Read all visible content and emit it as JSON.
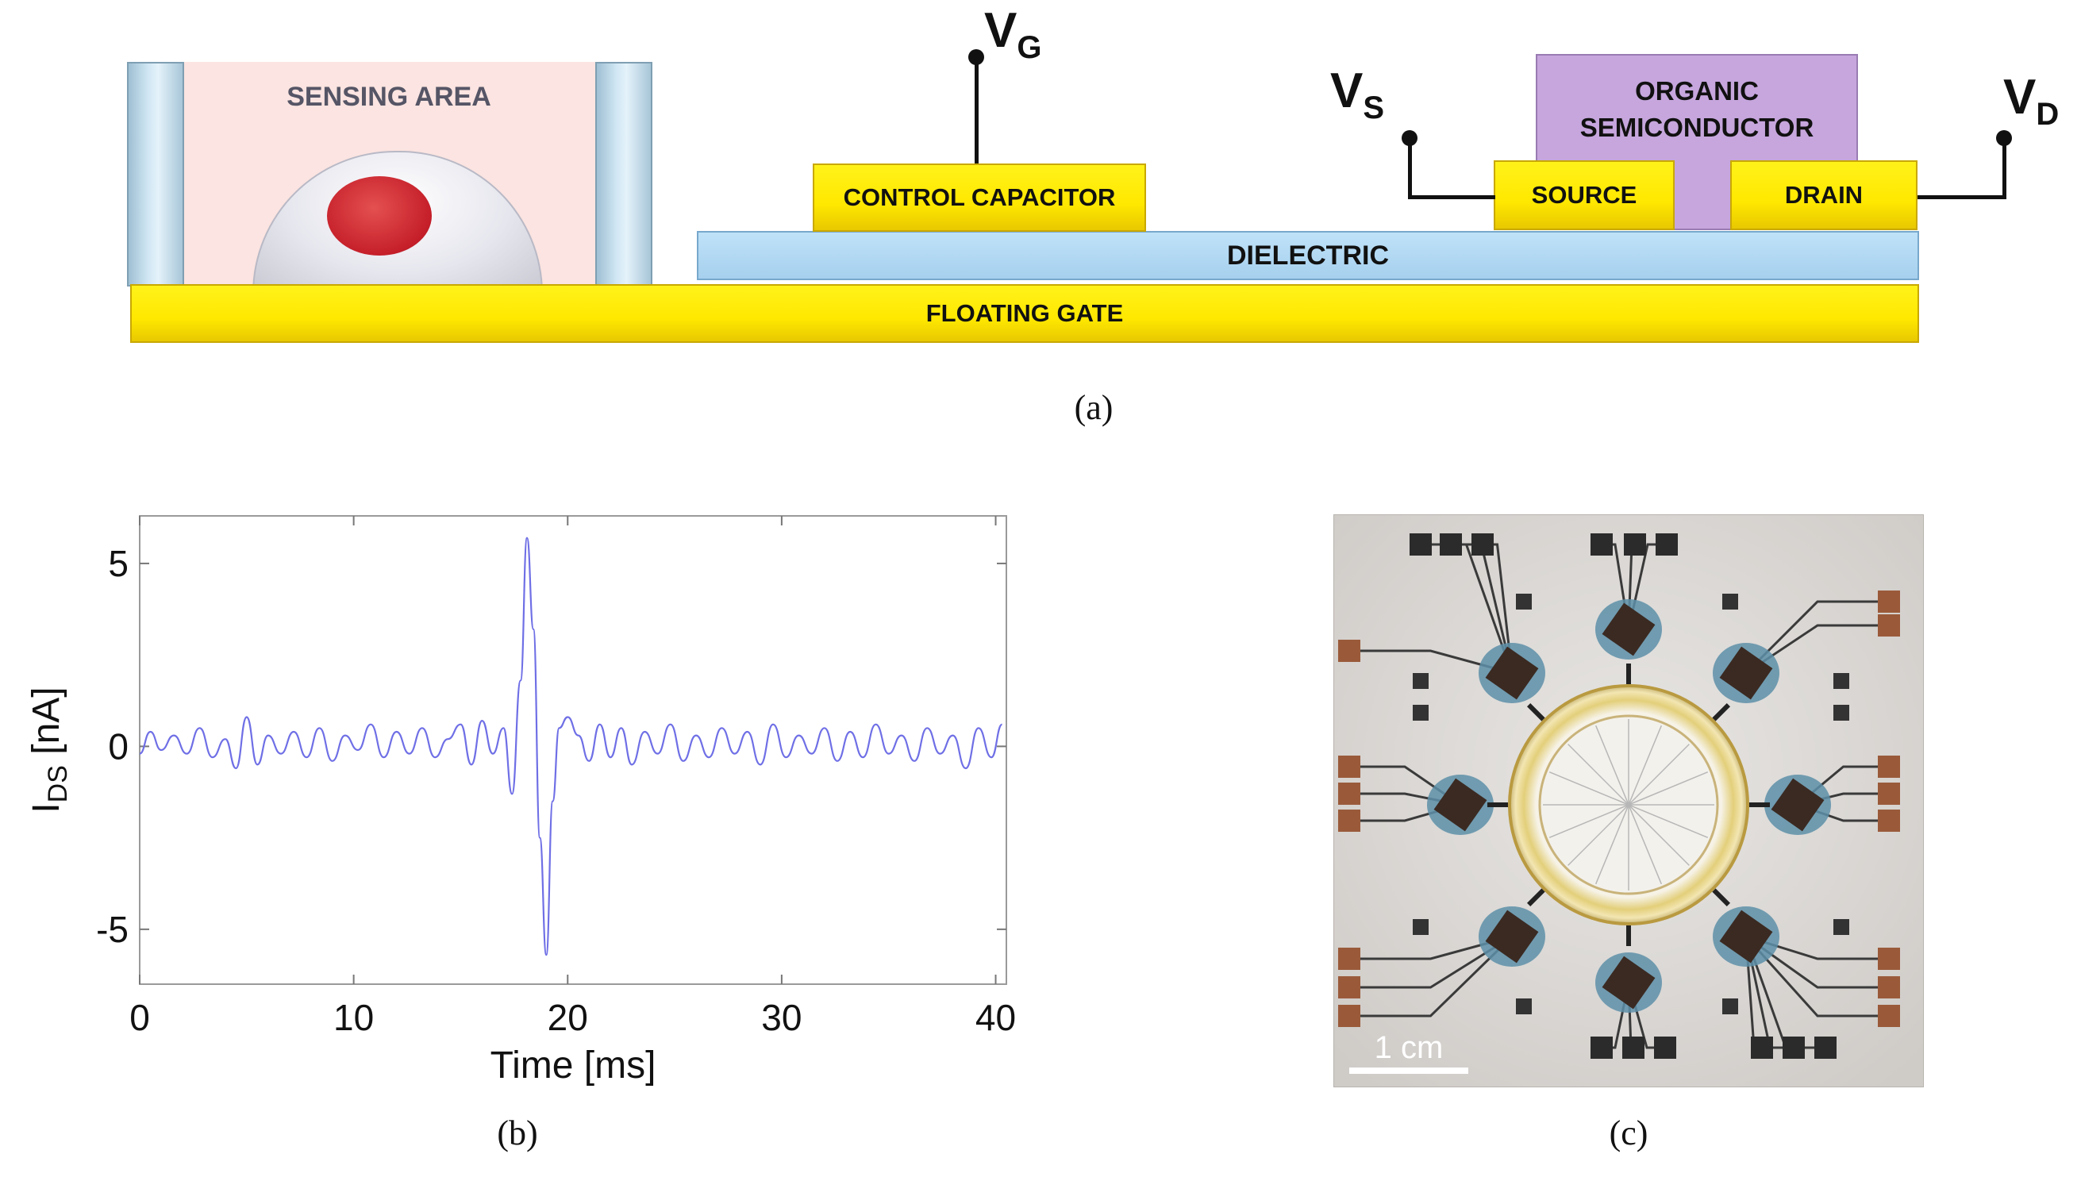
{
  "panel_a": {
    "sensing_area": "SENSING AREA",
    "control_capacitor": "CONTROL CAPACITOR",
    "dielectric": "DIELECTRIC",
    "floating_gate": "FLOATING GATE",
    "source": "SOURCE",
    "drain": "DRAIN",
    "organic_semiconductor_line1": "ORGANIC",
    "organic_semiconductor_line2": "SEMICONDUCTOR",
    "vg": {
      "main": "V",
      "sub": "G"
    },
    "vs": {
      "main": "V",
      "sub": "S"
    },
    "vd": {
      "main": "V",
      "sub": "D"
    },
    "caption": "(a)"
  },
  "panel_b": {
    "caption": "(b)"
  },
  "panel_c": {
    "scale_bar": "1 cm",
    "caption": "(c)"
  },
  "colors": {
    "gold": "#ffe800",
    "dielectric": "#a9d3f0",
    "semiconductor": "#c9a9dc",
    "trace": "#6f6fe6"
  },
  "chart_data": {
    "type": "line",
    "xlabel": "Time [ms]",
    "ylabel_main": "I",
    "ylabel_sub": "DS",
    "ylabel_unit": " [nA]",
    "xlim": [
      0,
      40.5
    ],
    "ylim": [
      -6.5,
      6.3
    ],
    "xticks": [
      0,
      10,
      20,
      30,
      40
    ],
    "yticks": [
      -5,
      0,
      5
    ],
    "series": [
      {
        "x": [
          0,
          0.5,
          1,
          1.6,
          2.2,
          2.8,
          3.4,
          4.0,
          4.5,
          5.0,
          5.5,
          6.0,
          6.6,
          7.2,
          7.8,
          8.4,
          9.0,
          9.6,
          10.2,
          10.8,
          11.4,
          12.0,
          12.6,
          13.2,
          13.8,
          14.4,
          15.0,
          15.5,
          16.0,
          16.5,
          17.0,
          17.4,
          17.8,
          18.1,
          18.4,
          18.7,
          19.0,
          19.3,
          19.6,
          20.0,
          20.5,
          21.0,
          21.5,
          22.0,
          22.5,
          23.0,
          23.6,
          24.2,
          24.8,
          25.4,
          26.0,
          26.6,
          27.2,
          27.8,
          28.4,
          29.0,
          29.6,
          30.2,
          30.8,
          31.4,
          32.0,
          32.6,
          33.2,
          33.8,
          34.4,
          35.0,
          35.6,
          36.2,
          36.8,
          37.4,
          38.0,
          38.6,
          39.2,
          39.8,
          40.3
        ],
        "y": [
          -0.2,
          0.4,
          -0.1,
          0.3,
          -0.2,
          0.5,
          -0.3,
          0.2,
          -0.6,
          0.8,
          -0.5,
          0.3,
          -0.2,
          0.4,
          -0.3,
          0.5,
          -0.4,
          0.3,
          -0.1,
          0.6,
          -0.3,
          0.4,
          -0.2,
          0.5,
          -0.3,
          0.2,
          0.6,
          -0.5,
          0.7,
          -0.2,
          0.5,
          -1.3,
          1.8,
          5.7,
          3.2,
          -2.5,
          -5.7,
          -1.5,
          0.5,
          0.8,
          0.3,
          -0.4,
          0.6,
          -0.3,
          0.5,
          -0.5,
          0.4,
          -0.2,
          0.6,
          -0.4,
          0.3,
          -0.3,
          0.5,
          -0.2,
          0.4,
          -0.5,
          0.6,
          -0.3,
          0.3,
          -0.2,
          0.5,
          -0.4,
          0.4,
          -0.3,
          0.6,
          -0.2,
          0.3,
          -0.4,
          0.5,
          -0.2,
          0.3,
          -0.6,
          0.5,
          -0.3,
          0.6
        ]
      }
    ]
  }
}
